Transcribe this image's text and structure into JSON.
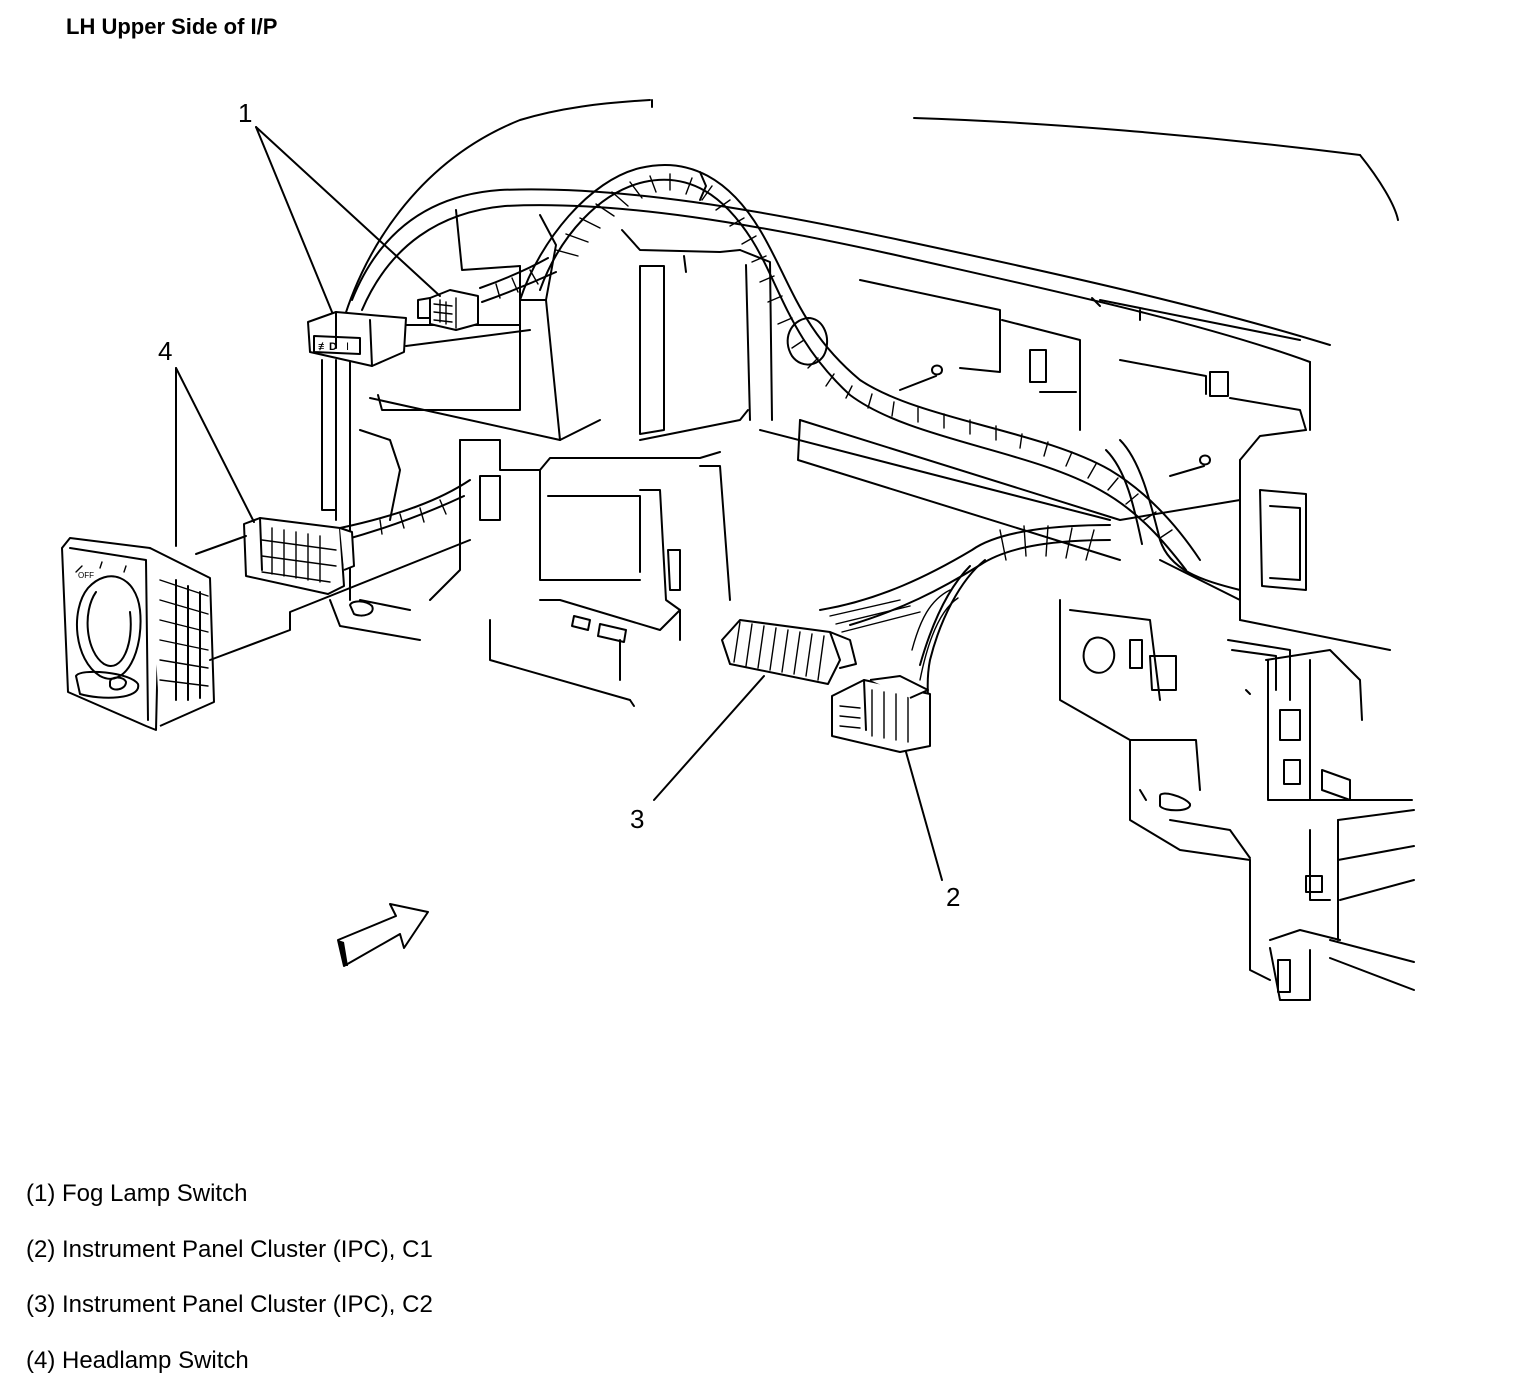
{
  "title": "LH Upper Side of I/P",
  "callouts": [
    "1",
    "2",
    "3",
    "4"
  ],
  "legend": [
    "(1) Fog Lamp Switch",
    "(2) Instrument Panel Cluster (IPC), C1",
    "(3) Instrument Panel Cluster (IPC), C2",
    "(4) Headlamp Switch"
  ]
}
